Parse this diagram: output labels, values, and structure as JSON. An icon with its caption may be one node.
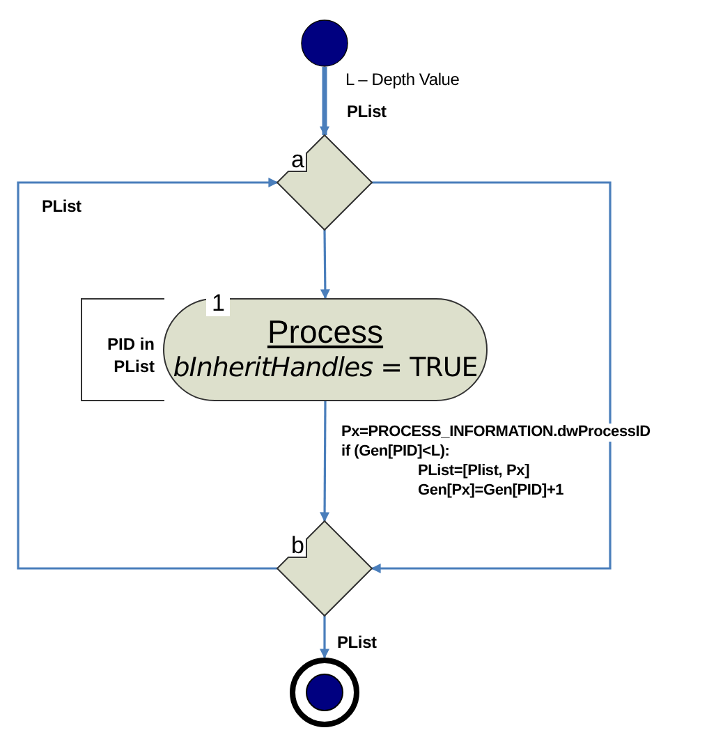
{
  "diagram": {
    "nodes": [
      {
        "text": [],
        "shape": "circle"
      },
      {
        "text": [
          "a"
        ]
      },
      {
        "text": [
          "PID in PList"
        ]
      },
      {
        "text": [
          "1",
          "Process",
          "*bInheritHandles* = TRUE"
        ]
      },
      {
        "text": [
          "b"
        ]
      },
      {
        "text": [],
        "shape": "circle"
      }
    ],
    "edges": [
      {
        "from": 0,
        "to": 1,
        "arrow": "to",
        "label": "PList",
        "style": "thick"
      },
      {
        "from": 1,
        "to": 3,
        "arrow": "to"
      },
      {
        "from": 1,
        "to": 4,
        "arrow": "to"
      },
      {
        "from": 3,
        "to": 4,
        "arrow": "to"
      },
      {
        "from": 4,
        "to": 1,
        "arrow": "to",
        "label": "PList"
      },
      {
        "from": 4,
        "to": 5,
        "arrow": "to",
        "label": "PList"
      }
    ],
    "labels": [
      "L – Depth Value",
      "Px=PROCESS_INFORMATION.dwProcessID",
      "if (Gen[PID]<L):",
      "PList=[Plist, Px]",
      "Gen[Px]=Gen[PID]+1"
    ]
  }
}
